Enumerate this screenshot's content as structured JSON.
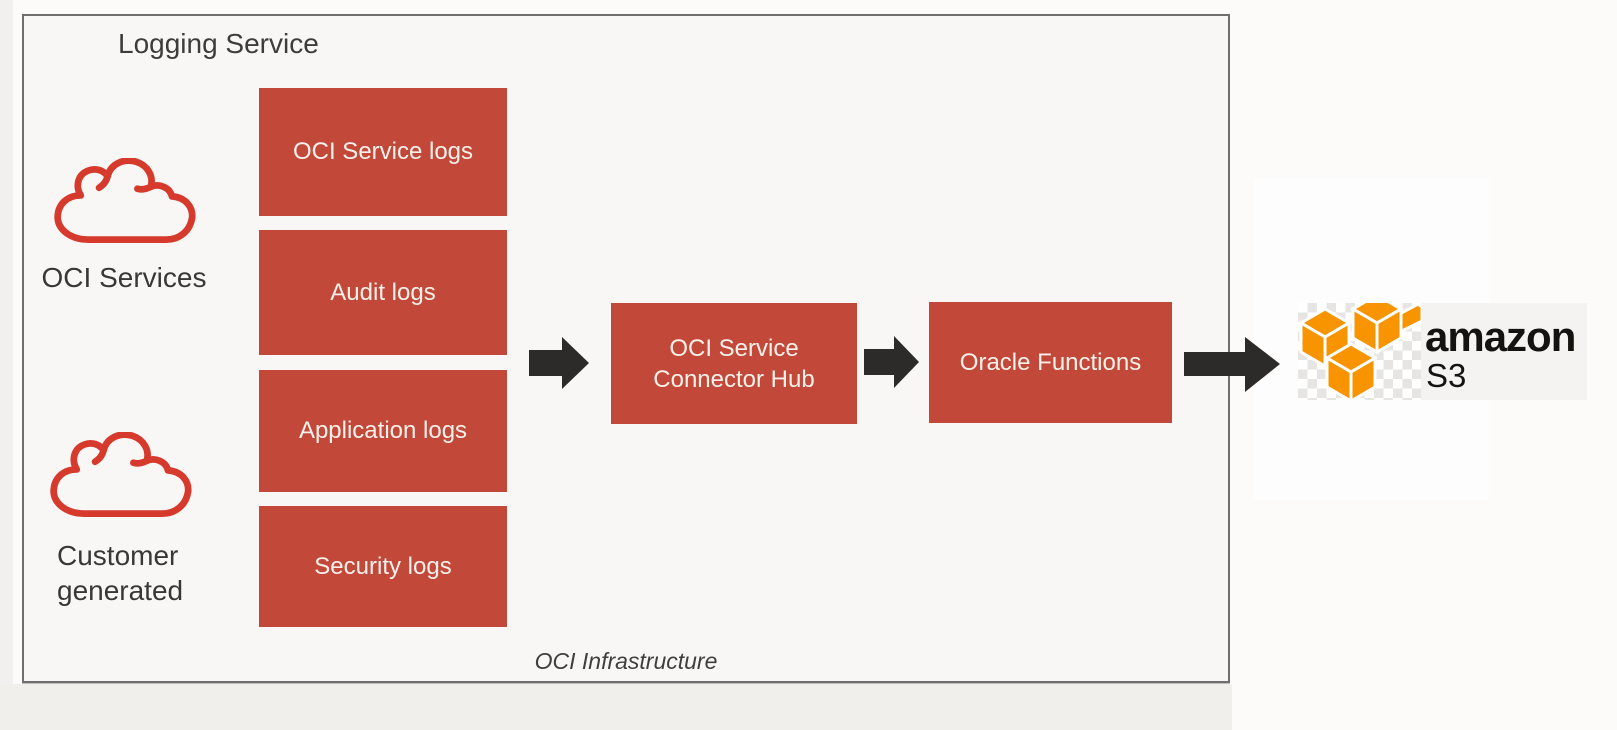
{
  "container": {
    "title": "Logging Service",
    "footer": "OCI Infrastructure"
  },
  "sources": [
    {
      "label": "OCI Services",
      "icon": "cloud-icon"
    },
    {
      "label": "Customer generated",
      "icon": "cloud-icon"
    }
  ],
  "log_types": [
    {
      "label": "OCI Service logs"
    },
    {
      "label": "Audit logs"
    },
    {
      "label": "Application logs"
    },
    {
      "label": "Security logs"
    }
  ],
  "hub": {
    "lines": [
      "OCI Service",
      "Connector Hub"
    ]
  },
  "functions": {
    "label": "Oracle Functions"
  },
  "destination": {
    "brand": "amazon",
    "service": "S3",
    "icon": "aws-cubes-icon"
  },
  "colors": {
    "node_red": "#c2483a",
    "cloud_red": "#d63a2c",
    "arrow_dark": "#2d2a2a",
    "aws_orange": "#f79400",
    "border_gray": "#6f6f6f"
  }
}
